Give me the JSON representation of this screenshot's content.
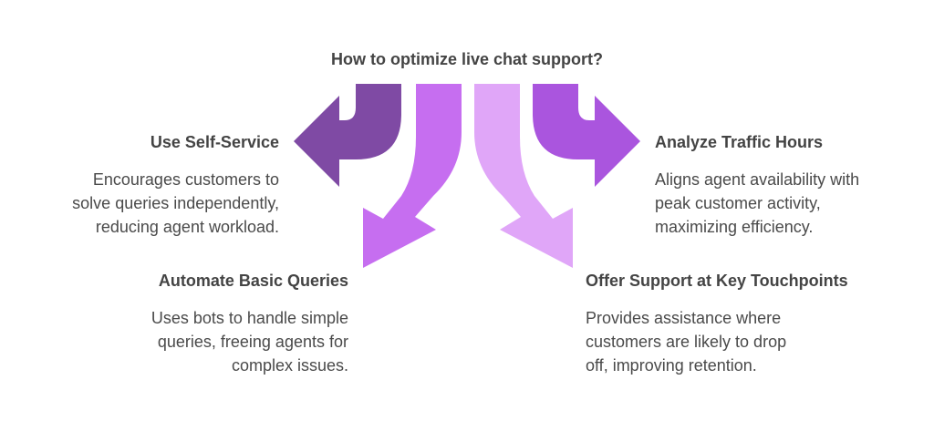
{
  "title": "How to optimize live chat support?",
  "colors": {
    "self_service": "#7f4aa4",
    "automate": "#c66ef0",
    "touchpoints": "#e0a6f8",
    "traffic": "#aa55de"
  },
  "options": [
    {
      "id": "self-service",
      "heading": "Use Self-Service",
      "description": "Encourages customers to\nsolve queries independently,\nreducing agent workload."
    },
    {
      "id": "automate",
      "heading": "Automate Basic Queries",
      "description": "Uses bots to handle simple\nqueries, freeing agents for\ncomplex issues."
    },
    {
      "id": "traffic",
      "heading": "Analyze Traffic Hours",
      "description": "Aligns agent availability with\npeak customer activity,\nmaximizing efficiency."
    },
    {
      "id": "touchpoints",
      "heading": "Offer Support at Key Touchpoints",
      "description": "Provides assistance where\ncustomers are likely to drop\noff, improving retention."
    }
  ]
}
